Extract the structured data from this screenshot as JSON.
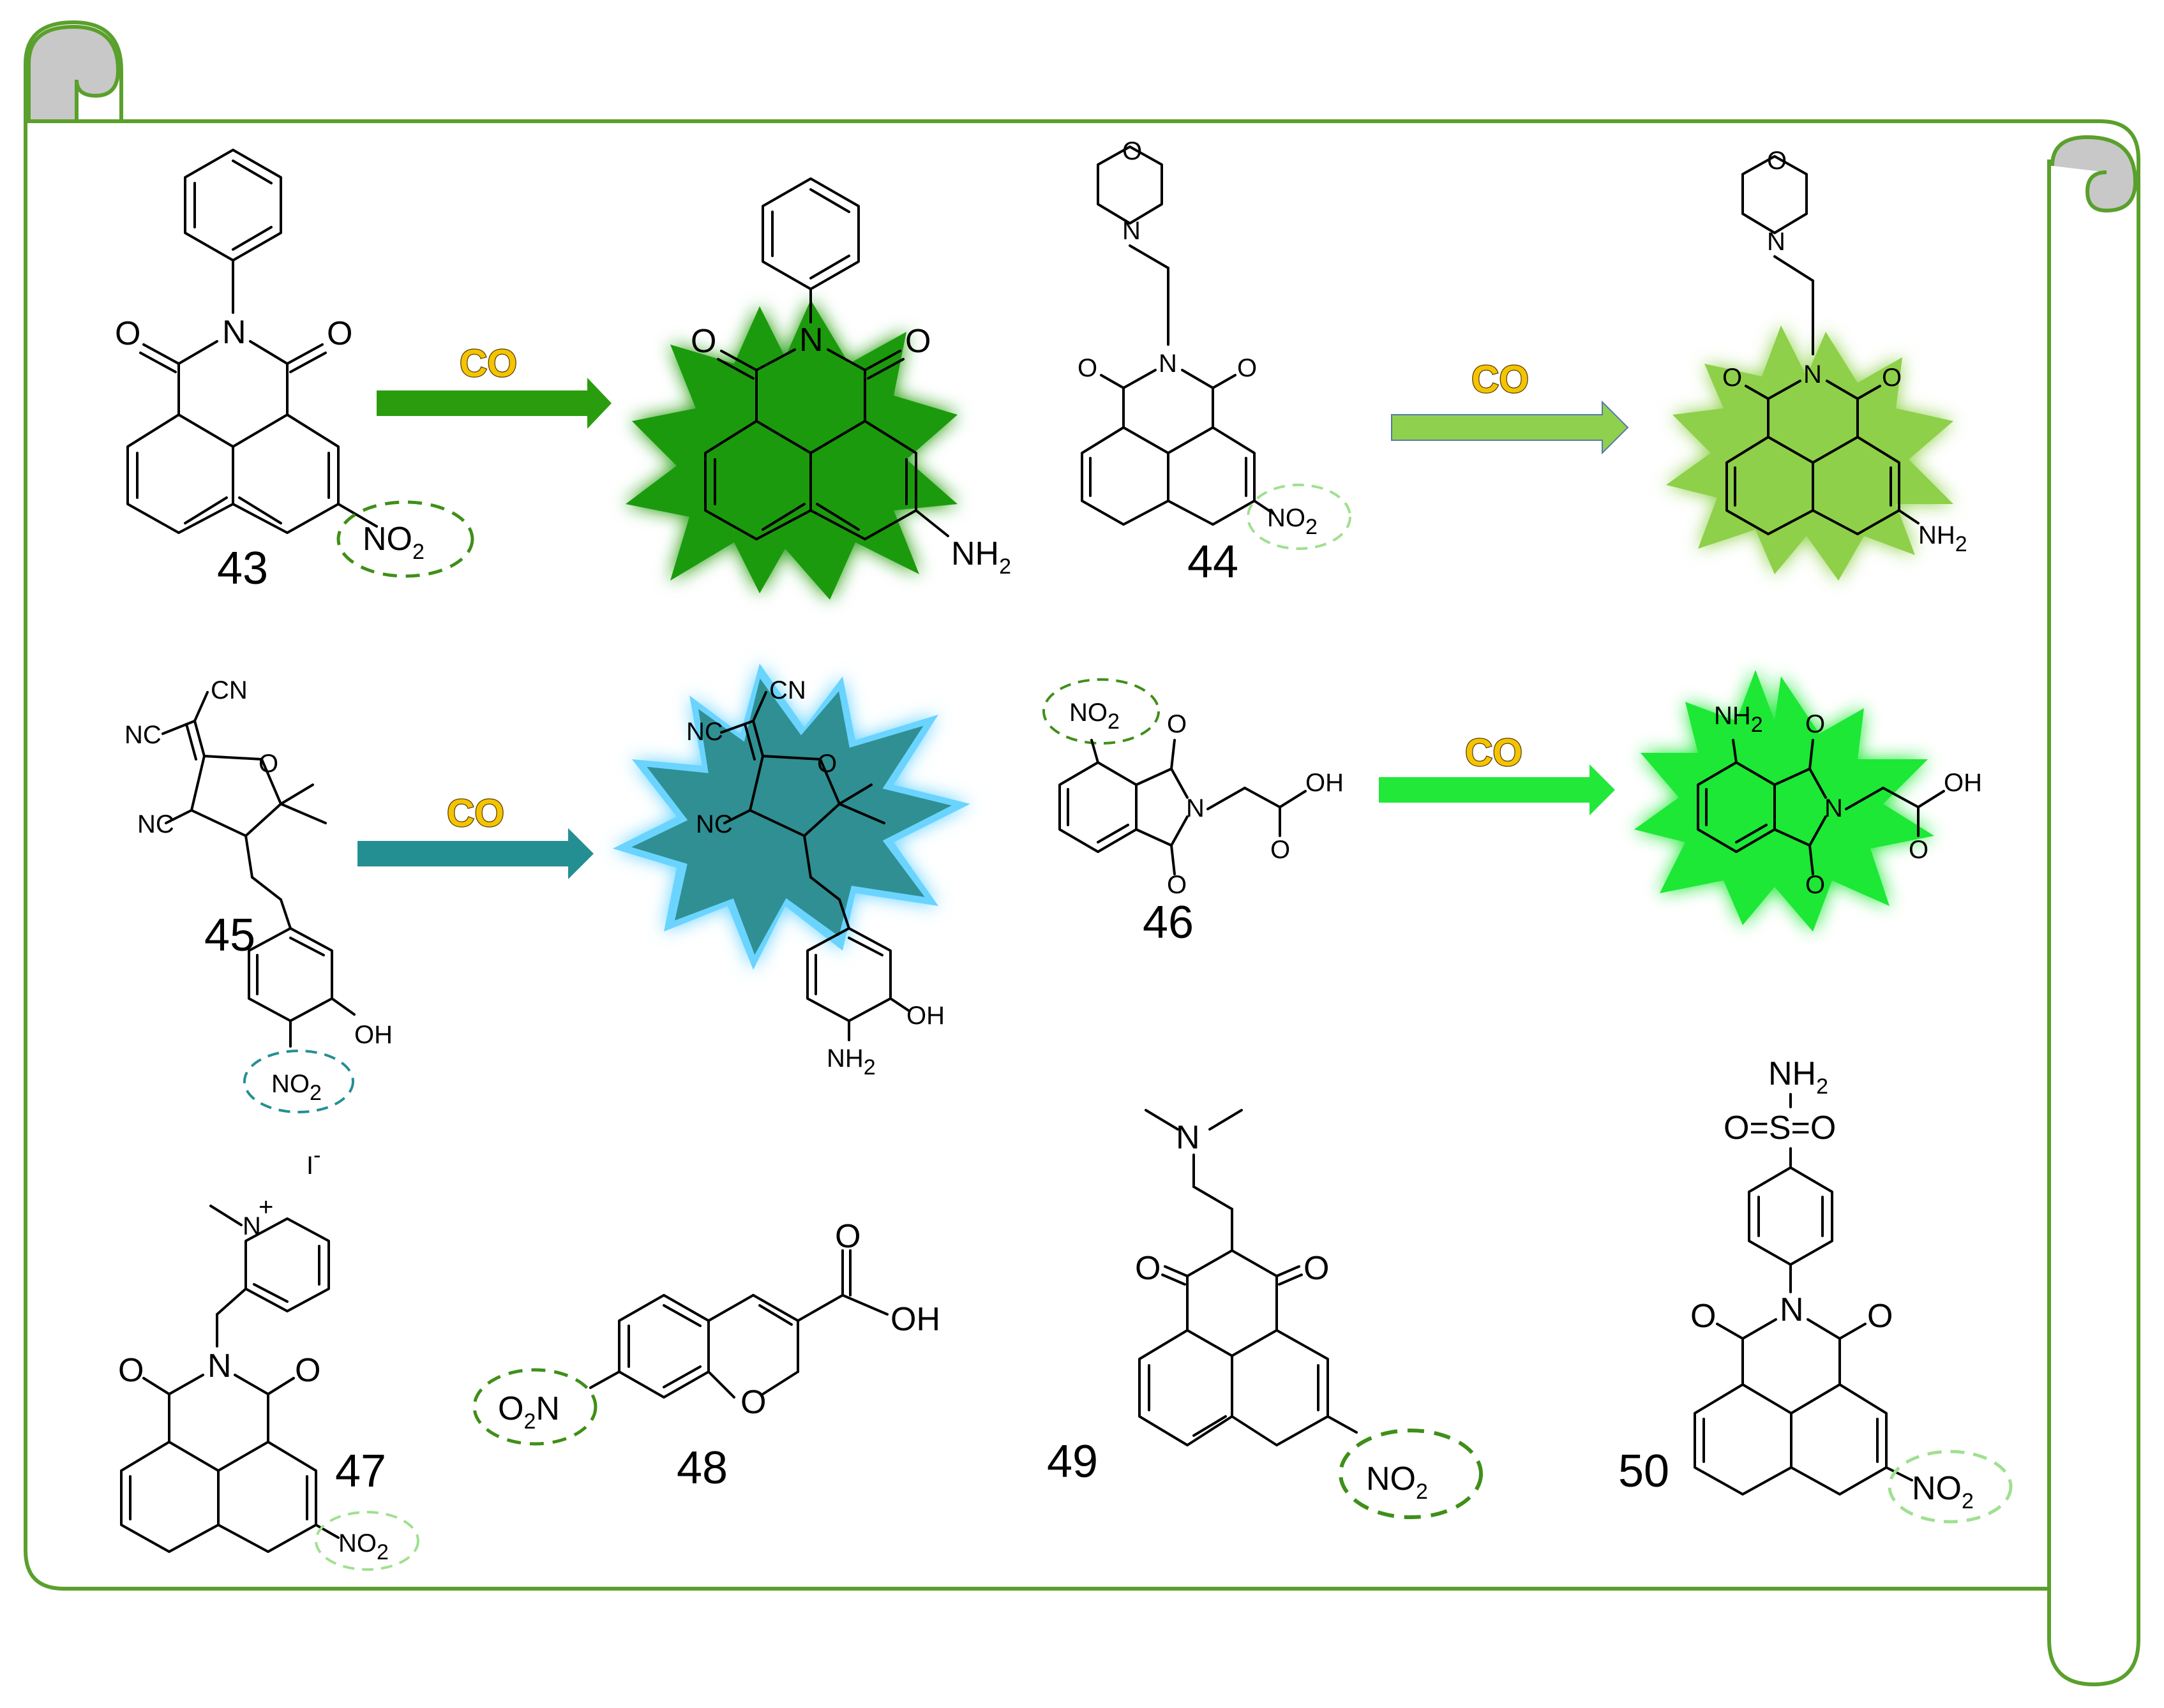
{
  "colors": {
    "frame": "#5aa02c",
    "curl": "#c8c8c8",
    "arrow_43": "#2a9d0f",
    "arrow_44": "#8fd14f",
    "arrow_45": "#248f92",
    "arrow_46": "#22e83a",
    "glow_43": "#1a9a0a",
    "glow_44": "#8ed04a",
    "glow_45": "#2f8f93",
    "glow_45_halo": "#6ad4ff",
    "glow_46": "#1ee836",
    "ring_dark": "#3f8f18",
    "ring_light": "#9fe08f",
    "ring_teal": "#248f92"
  },
  "reagent": "CO",
  "groups": {
    "nitro": "NO",
    "nitro_sub": "2",
    "nitro_rev": "O",
    "nitro_rev_tail": "N",
    "amine": "NH",
    "amine_sub": "2",
    "hydroxyl": "OH",
    "nitrile": "CN",
    "nitrile_rev": "NC",
    "oxygen": "O",
    "nitrogen": "N",
    "sulfonyl": "O=S=O",
    "iodide": "I",
    "iodide_charge": "-",
    "plus": "+"
  },
  "compounds": [
    "43",
    "44",
    "45",
    "46",
    "47",
    "48",
    "49",
    "50"
  ]
}
